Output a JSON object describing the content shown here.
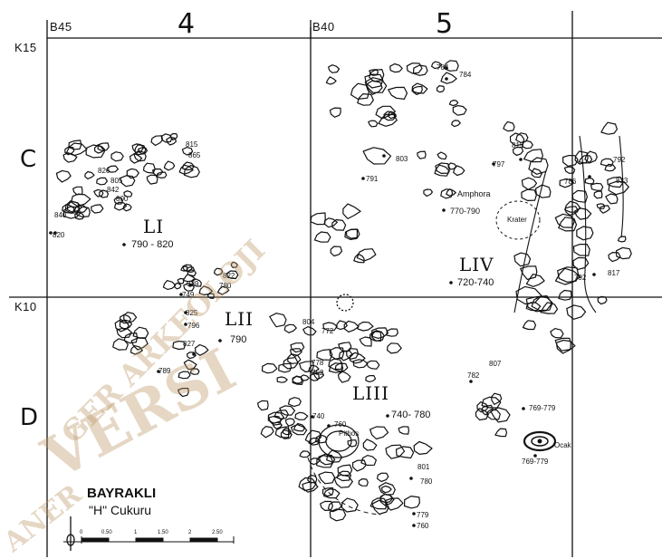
{
  "grid": {
    "col_b45": "B45",
    "col_b40": "B40",
    "col_4": "4",
    "col_5": "5",
    "row_k15": "K15",
    "row_k10": "K10",
    "row_c": "C",
    "row_d": "D"
  },
  "units": {
    "li": "LI",
    "lii": "LII",
    "liii": "LIII",
    "liv": "LIV"
  },
  "levels": {
    "li": "790 - 820",
    "lii": "790",
    "liii": "740- 780",
    "liv": "720-740",
    "c4_770_790": "770-790",
    "d5_769_779_a": "769-779",
    "d5_769_779_b": "769-779",
    "c4_791": "791",
    "c4_803": "803",
    "c4_784a": "784",
    "c4_784b": "784",
    "c5_815": "815",
    "c5_797": "797",
    "c5_792": "792",
    "c5_823": "823",
    "c5_786": "786",
    "c5_792b": "792",
    "c5_817": "817",
    "c4_815": "815",
    "c4_865": "865",
    "c4_805": "805",
    "c4_826": "826",
    "c4_842": "842",
    "c4_800": "800",
    "c4_840": "840",
    "c4_820": "820",
    "c4_822": "822",
    "c4_829": "829",
    "c4_780": "780",
    "c4_749": "749",
    "d4_825": "825",
    "d4_796": "796",
    "d4_827": "827",
    "d4_789": "789",
    "d4_804": "804",
    "d4_772": "772",
    "d4_778": "778",
    "d4_752": "752",
    "d5_807": "807",
    "d5_782": "782",
    "d4_740": "740",
    "d4_760a": "760",
    "d4_801": "801",
    "d4_780": "780",
    "d4_779": "779",
    "d4_760b": "760"
  },
  "features": {
    "amphora": "Amphora",
    "krater": "Krater",
    "pithos": "Pithos",
    "ocak": "Ocak"
  },
  "scale": {
    "title": "BAYRAKLI",
    "subtitle": "\"H\" Cukuru",
    "ticks": [
      "0",
      "0.50",
      "1",
      "1.50",
      "2",
      "2.50"
    ]
  },
  "watermark": {
    "arc": "VERSI",
    "line1": "ANER",
    "line2": "GER ARKEOLOJI"
  }
}
